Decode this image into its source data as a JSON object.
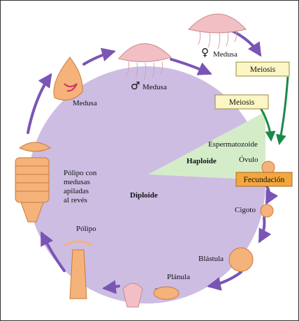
{
  "labels": {
    "medusa_female": "Medusa",
    "female_symbol": "♀",
    "medusa_male": "Medusa",
    "male_symbol": "♂",
    "medusa_left": "Medusa",
    "polyp_stack": [
      "Pólipo con",
      "medusas",
      "apiladas",
      "al revés"
    ],
    "polyp": "Pólipo",
    "diploid": "Diploide",
    "haploid": "Haploide",
    "sperm": "Espermatozoide",
    "egg": "Óvulo",
    "zygote": "Cigoto",
    "blastula": "Blástula",
    "planula": "Plánula"
  },
  "boxes": {
    "meiosis_top": "Meiosis",
    "meiosis_mid": "Meiosis",
    "fertilization": "Fecundación"
  },
  "colors": {
    "diploid_fill": "#cdbde3",
    "haploid_fill": "#d5ecc9",
    "cycle_arrow": "#7a55b5",
    "meiosis_arrow": "#1a8a4a",
    "meiosis_box": "#fbf6c4",
    "fertilization_box": "#f3a73c",
    "organism_pink": "#f2bfc4",
    "organism_orange": "#f5b27a"
  }
}
